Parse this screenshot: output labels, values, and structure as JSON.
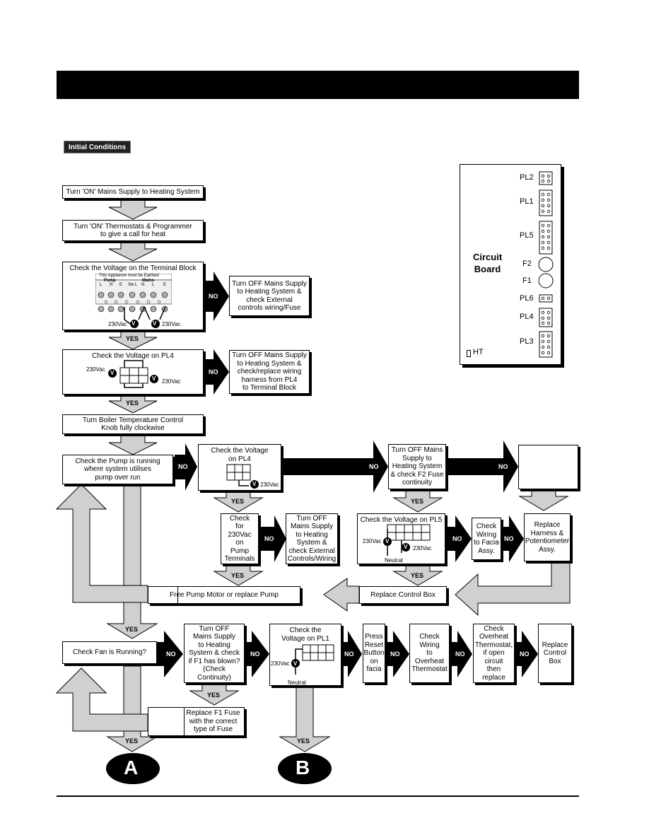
{
  "header": {
    "bar_color": "#000000"
  },
  "initial_conditions": "Initial Conditions",
  "steps": {
    "mains_on": "Turn 'ON' Mains Supply to Heating System",
    "thermostats_on": "Turn 'ON' Thermostats & Programmer\nto give a call for heat",
    "check_terminal": "Check the Voltage on the Terminal Block",
    "terminal_off": "Turn OFF Mains Supply\nto Heating System &\ncheck External\ncontrols wiring/Fuse",
    "check_pl4": "Check the Voltage on PL4",
    "pl4_off": "Turn OFF Mains Supply\nto Heating System &\ncheck/replace wiring\nharness from PL4\nto Terminal Block",
    "temp_control": "Turn Boiler Temperature Control\nKnob fully clockwise",
    "check_pump": "Check the Pump is running\nwhere system utilises\npump over run",
    "check_pl4_2": "Check the Voltage\non PL4",
    "f2_off": "Turn OFF Mains\nSupply to\nHeating System\n& check F2 Fuse\ncontinuity",
    "check_230_pump": "Check\nfor\n230Vac\non\nPump\nTerminals",
    "ext_wiring_off": "Turn OFF\nMains Supply\nto Heating\nSystem &\ncheck External\nControls/Wiring",
    "check_pl5": "Check the Voltage on PL5",
    "check_facia": "Check\nWiring\nto Facia\nAssy.",
    "replace_harness": "Replace\nHarness &\nPotentiometer\nAssy.",
    "free_pump": "Free Pump Motor or replace Pump",
    "replace_cb": "Replace Control Box",
    "check_fan": "Check Fan is Running?",
    "f1_off": "Turn OFF\nMains Supply\nto Heating\nSystem & check\nif F1 has blown?\n(Check Continuity)",
    "check_pl1": "Check the\nVoltage on PL1",
    "press_reset": "Press\nReset\nButton\non\nfacia",
    "check_ot_wiring": "Check\nWiring\nto\nOverheat\nThermostat",
    "check_ot": "Check\nOverheat\nThermostat,\nif open\ncircuit\nthen\nreplace",
    "replace_cb2": "Replace\nControl\nBox",
    "replace_f1": "Replace F1 Fuse\nwith the correct\ntype of Fuse"
  },
  "labels": {
    "yes": "YES",
    "no": "NO",
    "v": "V",
    "vac": "230Vac",
    "neutral": "Neutral"
  },
  "terminal_block": {
    "title": "This Appliance must be Earthed",
    "pump": "Pump",
    "mains": "Mains",
    "terminals": [
      "L",
      "N",
      "E",
      "Sw L",
      "N",
      "L",
      "E"
    ]
  },
  "circuit_board": {
    "title": "Circuit\nBoard",
    "labels": [
      "PL2",
      "PL1",
      "PL5",
      "F2",
      "F1",
      "PL6",
      "PL4",
      "PL3"
    ],
    "ht": "HT"
  },
  "connectors": {
    "a": "A",
    "b": "B"
  }
}
